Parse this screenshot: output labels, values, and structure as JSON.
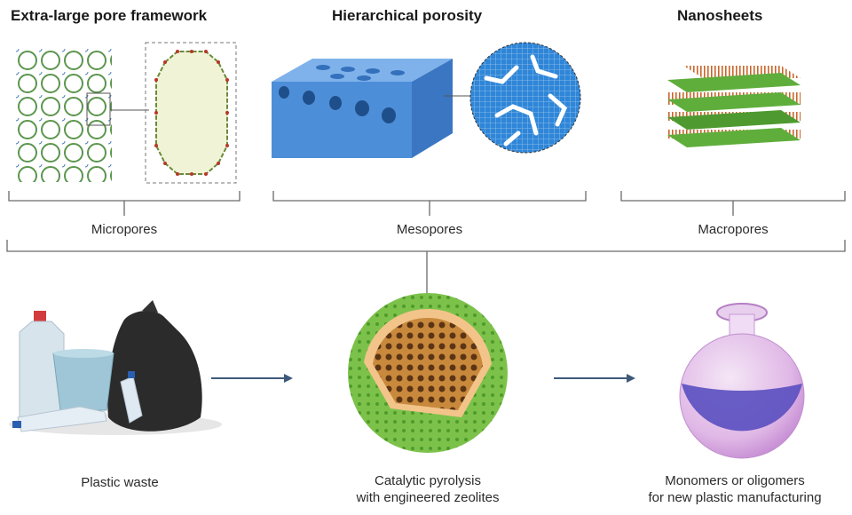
{
  "titles": {
    "micro": "Extra-large pore framework",
    "meso": "Hierarchical porosity",
    "nano": "Nanosheets"
  },
  "pore_labels": {
    "micro": "Micropores",
    "meso": "Mesopores",
    "macro": "Macropores"
  },
  "process": {
    "waste": "Plastic waste",
    "catalysis_line1": "Catalytic pyrolysis",
    "catalysis_line2": "with engineered zeolites",
    "product_line1": "Monomers or oligomers",
    "product_line2": "for new plastic manufacturing"
  },
  "colors": {
    "bracket": "#6a6a6a",
    "arrow": "#3e5a7a",
    "framework_green": "#5f9a3a",
    "framework_blue": "#4a7db3",
    "pore_fill": "#f1f3d6",
    "porous_block": "#4d8ed8",
    "nanosheet_green": "#5fae3c",
    "nanosheet_orange": "#c8662a",
    "zeolite_shell": "#7cc24a",
    "zeolite_core": "#c9893c",
    "flask_liquid": "#5a4fc0"
  }
}
